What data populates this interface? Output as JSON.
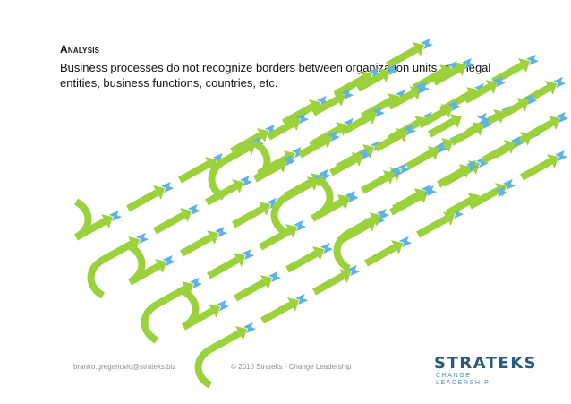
{
  "slide": {
    "title": "Analysis",
    "body": "Business processes do not recognize borders between organization units, e.g. legal entities, business functions, countries, etc.",
    "footer_email": "branko.greganovic@strateks.biz",
    "footer_copyright": "© 2010 Strateks - Change Leadership"
  },
  "logo": {
    "name": "STRATEKS",
    "tagline": "CHANGE LEADERSHIP"
  },
  "colors": {
    "arrow_green": "#9bd13b",
    "node_blue": "#5fb3e4",
    "logo_blue": "#2c5b7a",
    "logo_tagline_blue": "#4a8dbd",
    "footer_gray": "#8f8f8f"
  },
  "icons": {
    "node": "hourglass-node-icon",
    "arrow": "arrow-icon"
  }
}
